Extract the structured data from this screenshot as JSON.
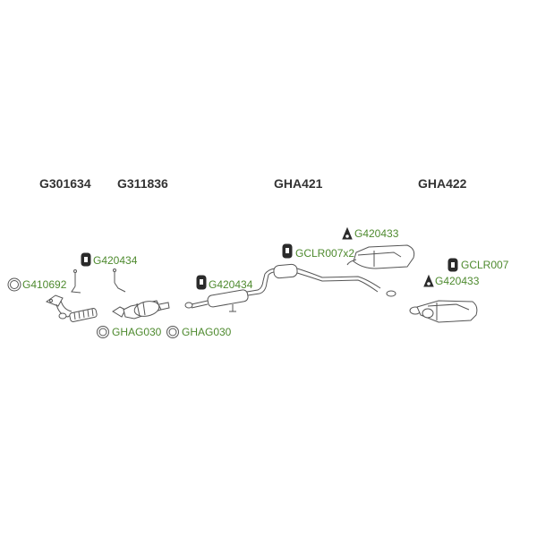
{
  "headers": {
    "g301634": "G301634",
    "g311836": "G311836",
    "gha421": "GHA421",
    "gha422": "GHA422"
  },
  "labels": {
    "g410692": "G410692",
    "g420434_a": "G420434",
    "ghag030_a": "GHAG030",
    "ghag030_b": "GHAG030",
    "g420434_b": "G420434",
    "gclr007x2": "GCLR007x2",
    "g420433_a": "G420433",
    "gclr007": "GCLR007",
    "g420433_b": "G420433"
  },
  "colors": {
    "label": "#4e8a2e",
    "header": "#333333",
    "line": "#555555",
    "rubber": "#2b2b2b"
  }
}
